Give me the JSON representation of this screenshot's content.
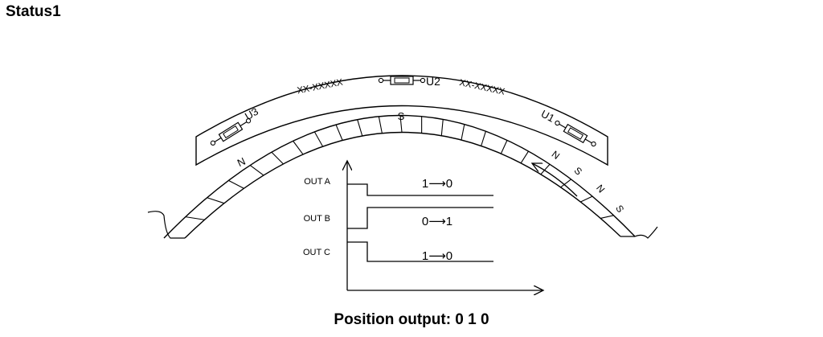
{
  "title": "Status1",
  "footer": "Position output: 0 1 0",
  "sensors": [
    {
      "id": "U3",
      "label": "U3"
    },
    {
      "id": "U2",
      "label": "U2"
    },
    {
      "id": "U1",
      "label": "U1"
    }
  ],
  "part_numbers": [
    "XX-XXXXX",
    "XX-XXXXX"
  ],
  "magnet_labels": {
    "left_n": "N",
    "top_s": "S",
    "right": [
      "N",
      "S",
      "N",
      "S"
    ]
  },
  "outputs": [
    {
      "name": "OUT A",
      "transition": "1⟶0"
    },
    {
      "name": "OUT B",
      "transition": "0⟶1"
    },
    {
      "name": "OUT C",
      "transition": "1⟶0"
    }
  ]
}
